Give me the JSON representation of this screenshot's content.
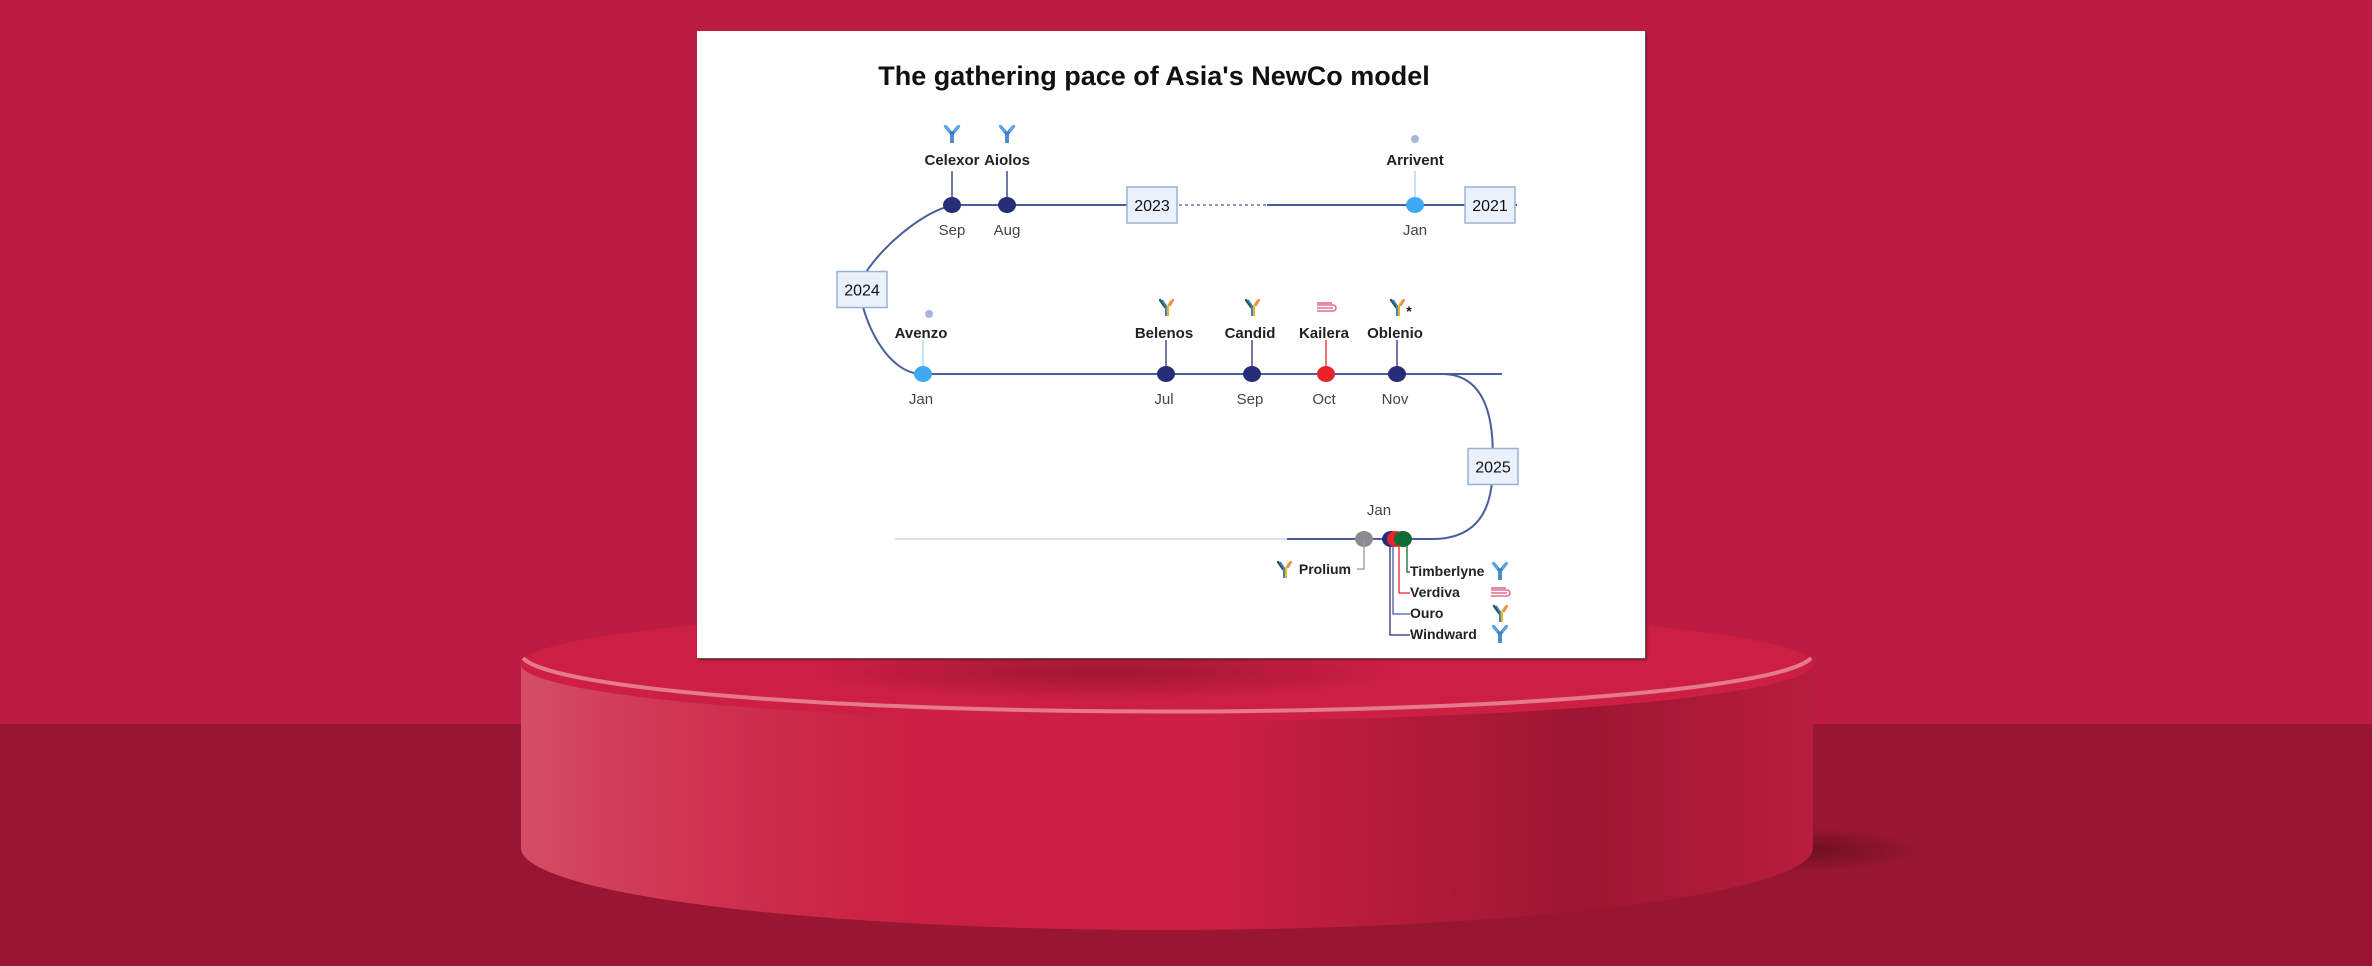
{
  "title": "The gathering pace of Asia's NewCo model",
  "colors": {
    "background": "#bd1c42",
    "floor": "#981631",
    "podium": "#ca1f42",
    "track": "#4a5d9c",
    "year_box_fill": "#eaf1fb",
    "year_box_border": "#9ab1d6",
    "dark_blue": "#262e78",
    "light_blue": "#3ea9f2",
    "red": "#e8232a",
    "gray": "#8a8c8e",
    "green": "#0d6b33"
  },
  "years": [
    "2021",
    "2023",
    "2024",
    "2025"
  ],
  "rows": [
    {
      "year": "2021-2023",
      "events": [
        {
          "name": "Arrivent",
          "month": "Jan",
          "year": "2021",
          "color": "light_blue",
          "icon": "small-molecule-icon"
        },
        {
          "name": "Aiolos",
          "month": "Aug",
          "year": "2023",
          "color": "dark_blue",
          "icon": "antibody-blue-icon"
        },
        {
          "name": "Celexor",
          "month": "Sep",
          "year": "2023",
          "color": "dark_blue",
          "icon": "antibody-blue-icon"
        }
      ]
    },
    {
      "year": "2024",
      "events": [
        {
          "name": "Avenzo",
          "month": "Jan",
          "color": "light_blue",
          "icon": "small-molecule-icon"
        },
        {
          "name": "Belenos",
          "month": "Jul",
          "color": "dark_blue",
          "icon": "bispecific-antibody-icon"
        },
        {
          "name": "Candid",
          "month": "Sep",
          "color": "dark_blue",
          "icon": "bispecific-antibody-icon"
        },
        {
          "name": "Kailera",
          "month": "Oct",
          "color": "red",
          "icon": "peptide-icon"
        },
        {
          "name": "Oblenio",
          "month": "Nov",
          "color": "dark_blue",
          "icon": "bispecific-antibody-icon",
          "note": "*"
        }
      ]
    },
    {
      "year": "2025",
      "month": "Jan",
      "events": [
        {
          "name": "Prolium",
          "color": "gray",
          "icon": "bispecific-antibody-icon"
        },
        {
          "name": "Timberlyne",
          "color": "green",
          "icon": "antibody-blue-icon"
        },
        {
          "name": "Verdiva",
          "color": "red",
          "icon": "peptide-icon"
        },
        {
          "name": "Ouro",
          "color": "dark_blue",
          "icon": "bispecific-antibody-icon"
        },
        {
          "name": "Windward",
          "color": "dark_blue",
          "icon": "antibody-blue-icon"
        }
      ]
    }
  ]
}
